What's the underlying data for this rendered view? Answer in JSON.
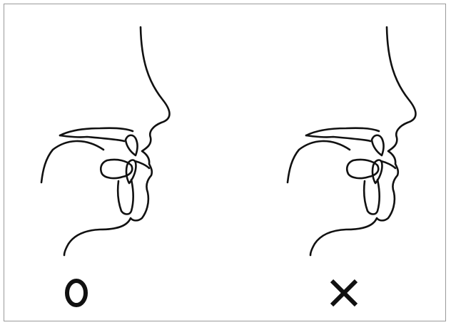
{
  "panels": [
    {
      "id": "left",
      "symbol": "O",
      "symbol_meaning": "correct"
    },
    {
      "id": "right",
      "symbol": "✕",
      "symbol_meaning": "incorrect"
    }
  ],
  "colors": {
    "line": "#111111",
    "frame": "#9a9a9a",
    "background": "#ffffff"
  }
}
